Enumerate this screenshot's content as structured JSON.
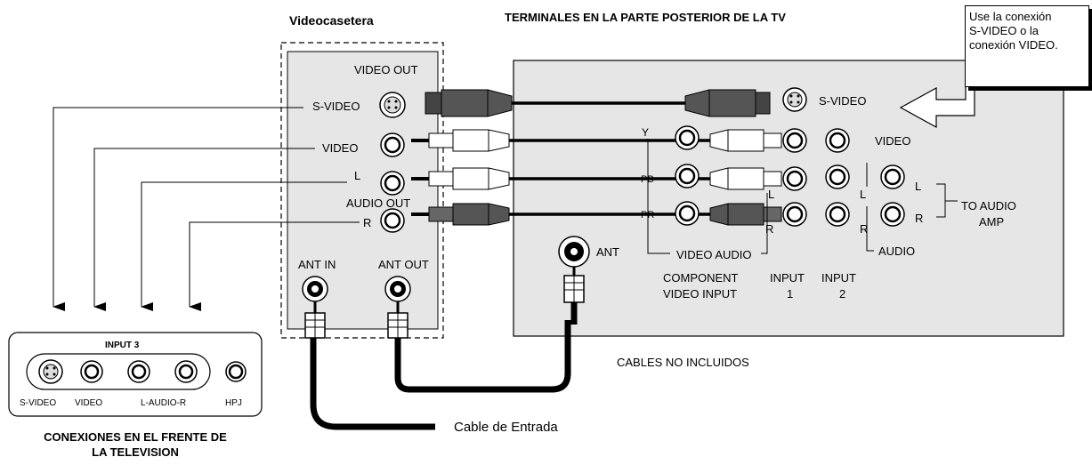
{
  "titles": {
    "vcr": "Videocasetera",
    "tv_rear": "TERMINALES EN LA PARTE POSTERIOR DE LA TV",
    "front_panel_caption_1": "CONEXIONES EN EL FRENTE DE",
    "front_panel_caption_2": "LA TELEVISION"
  },
  "callout": {
    "line1": "Use la conexión",
    "line2": "S-VIDEO o la",
    "line3": "conexión VIDEO."
  },
  "vcr": {
    "video_out": "VIDEO OUT",
    "s_video": "S-VIDEO",
    "video": "VIDEO",
    "left": "L",
    "audio_out": "AUDIO OUT",
    "right": "R",
    "ant_in": "ANT IN",
    "ant_out": "ANT OUT"
  },
  "tv": {
    "s_video": "S-VIDEO",
    "video": "VIDEO",
    "y": "Y",
    "pb": "PB",
    "pr": "PR",
    "l": "L",
    "r": "R",
    "l2": "L",
    "r2": "R",
    "l3": "L",
    "r3": "R",
    "to_audio": "TO AUDIO",
    "amp": "AMP",
    "ant": "ANT",
    "video_audio": "VIDEO AUDIO",
    "component": "COMPONENT",
    "video_input": "VIDEO INPUT",
    "input": "INPUT",
    "input_1": "1",
    "input_2": "2",
    "audio": "AUDIO"
  },
  "front": {
    "input3": "INPUT 3",
    "s_video": "S-VIDEO",
    "video": "VIDEO",
    "l_audio_r": "L-AUDIO-R",
    "hpj": "HPJ"
  },
  "notes": {
    "cables_not_included": "CABLES NO INCLUIDOS",
    "input_cable": "Cable de Entrada"
  }
}
